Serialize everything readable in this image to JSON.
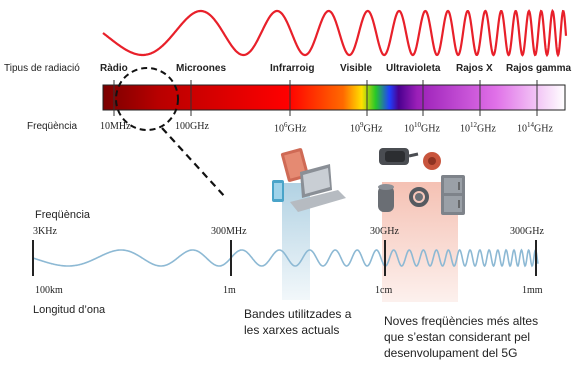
{
  "top": {
    "radiation_title": "Tipus de radiació",
    "radiation_types": [
      "Ràdio",
      "Microones",
      "Infrarroig",
      "Visible",
      "Ultravioleta",
      "Rajos X",
      "Rajos gamma"
    ],
    "frequency_title": "Freqüència",
    "frequencies": [
      {
        "base": "10MHz",
        "sup": ""
      },
      {
        "base": "100GHz",
        "sup": ""
      },
      {
        "base": "10",
        "sup": "6",
        "suffix": "GHz"
      },
      {
        "base": "10",
        "sup": "9",
        "suffix": "GHz"
      },
      {
        "base": "10",
        "sup": "10",
        "suffix": "GHz"
      },
      {
        "base": "10",
        "sup": "12",
        "suffix": "GHz"
      },
      {
        "base": "10",
        "sup": "14",
        "suffix": "GHz"
      }
    ]
  },
  "detail": {
    "frequency_title": "Freqüència",
    "frequencies": [
      "3KHz",
      "300MHz",
      "30GHz",
      "300GHz"
    ],
    "wavelengths": [
      "100km",
      "1m",
      "1cm",
      "1mm"
    ],
    "wavelength_title": "Longitud d’ona"
  },
  "captions": {
    "current": "Bandes utilitzades a les xarxes actuals",
    "new": "Noves freqüències més altes que s’estan considerant pel desenvolupament del 5G"
  },
  "colors": {
    "wave_top": "#e8202a",
    "wave_bottom": "#8db9d4",
    "band_current": "#a9cde0",
    "band_new": "#f3b6a6"
  }
}
